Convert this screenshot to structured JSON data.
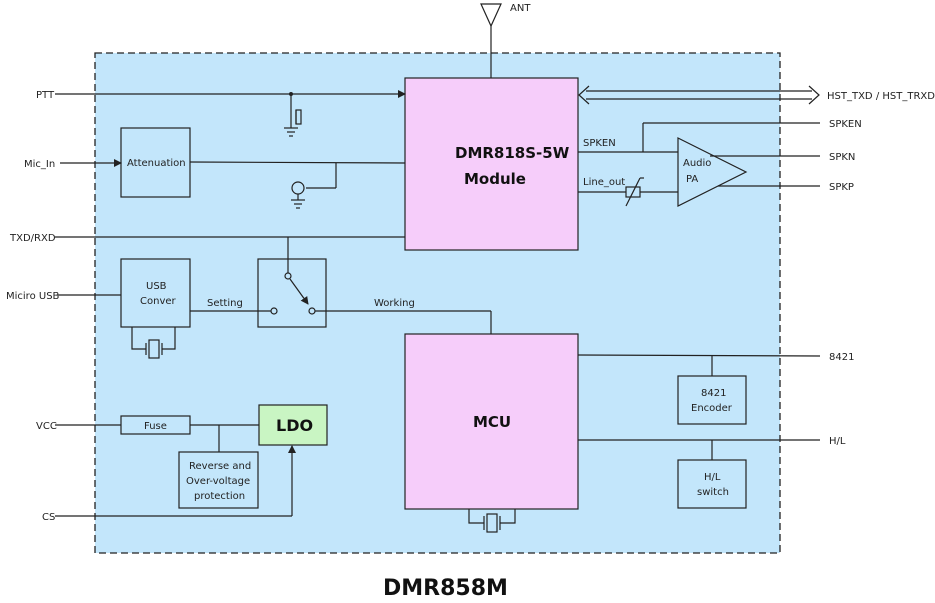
{
  "title": "DMR858M",
  "blocks": {
    "dmr_module_line1": "DMR818S-5W",
    "dmr_module_line2": "Module",
    "mcu": "MCU",
    "attenuation": "Attenuation",
    "usb_line1": "USB",
    "usb_line2": "Conver",
    "fuse": "Fuse",
    "ldo": "LDO",
    "protection_line1": "Reverse and",
    "protection_line2": "Over-voltage",
    "protection_line3": "protection",
    "encoder_line1": "8421",
    "encoder_line2": "Encoder",
    "hl_line1": "H/L",
    "hl_line2": "switch",
    "pa_line1": "Audio",
    "pa_line2": "PA"
  },
  "signals": {
    "ant": "ANT",
    "ptt": "PTT",
    "mic_in": "Mic_In",
    "txd_rxd": "TXD/RXD",
    "micro_usb": "Miciro USB",
    "vcc": "VCC",
    "cs": "CS",
    "hst": "HST_TXD  / HST_TRXD",
    "spken_out": "SPKEN",
    "spkn": "SPKN",
    "spkp": "SPKP",
    "out_8421": "8421",
    "out_hl": "H/L",
    "spken_internal": "SPKEN",
    "line_out": "Line_out",
    "setting": "Setting",
    "working": "Working"
  },
  "colors": {
    "board": "#c3e6fb",
    "module": "#f6cdfa",
    "ldo": "#c9f5c3",
    "block": "#c3e6fb"
  }
}
